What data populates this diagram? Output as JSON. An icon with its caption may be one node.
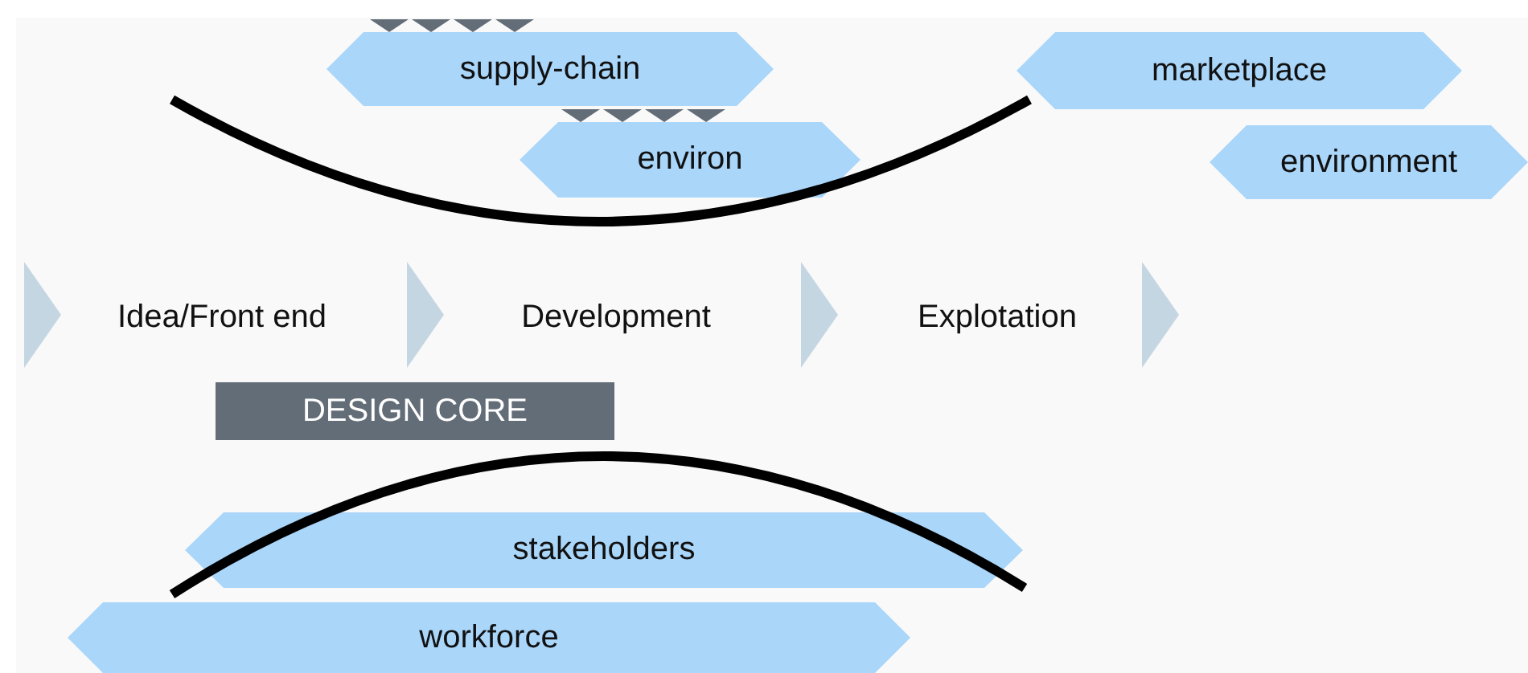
{
  "diagram": {
    "nodes": [
      {
        "text": [
          "supply-chain"
        ]
      },
      {
        "text": [
          "marketplace"
        ]
      },
      {
        "text": [
          "environ"
        ]
      },
      {
        "text": [
          "environment"
        ]
      },
      {
        "text": [
          "DESIGN CORE"
        ]
      },
      {
        "text": [
          "stakeholders"
        ]
      },
      {
        "text": [
          "workforce"
        ]
      }
    ],
    "labels": [
      "Idea/Front end",
      "Development",
      "Explotation"
    ]
  }
}
